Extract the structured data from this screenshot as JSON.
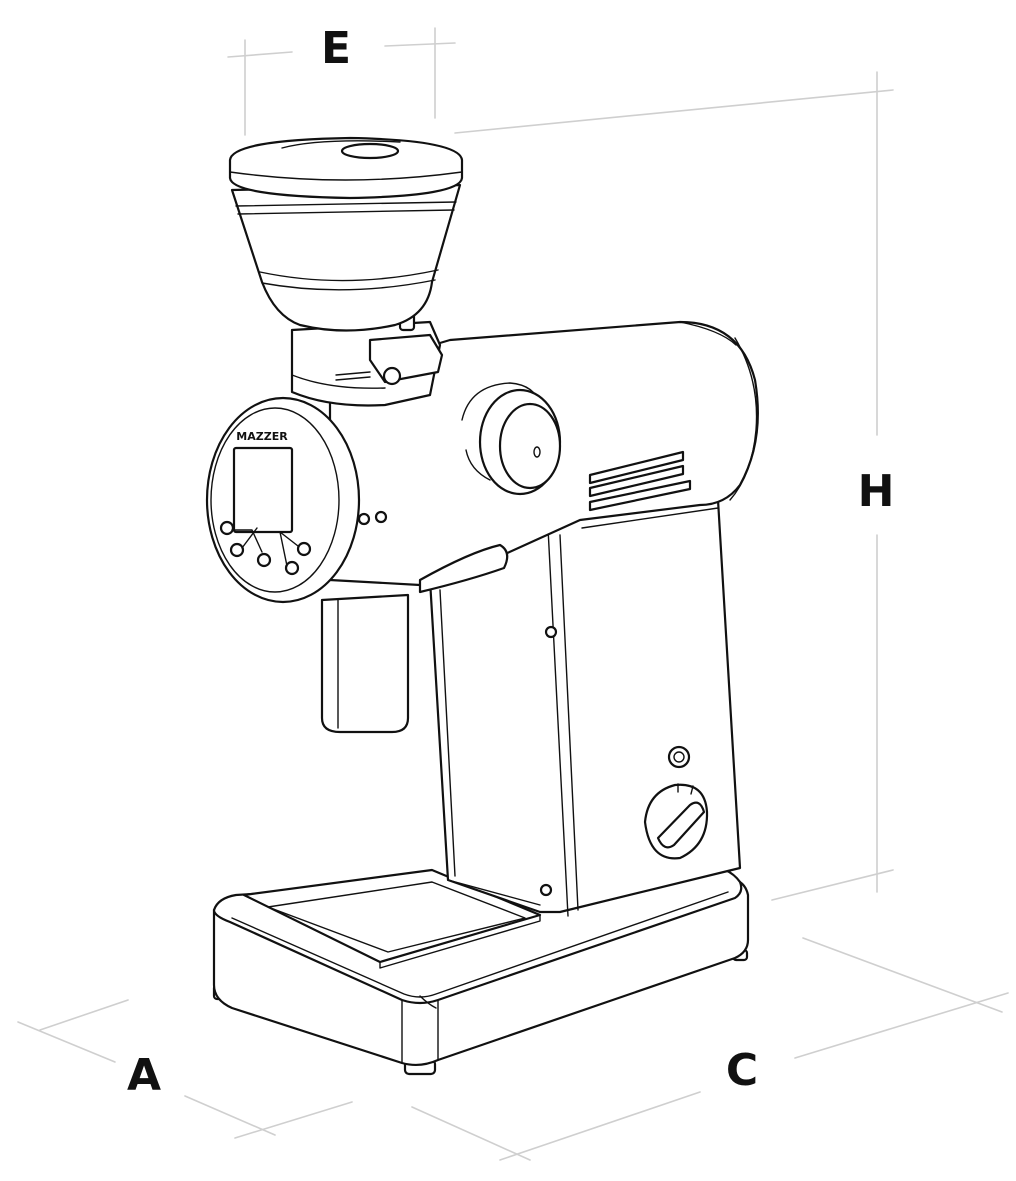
{
  "dimensions": {
    "width_label": "E",
    "height_label": "H",
    "depth_label": "A",
    "length_label": "C"
  },
  "brand": {
    "logo_text": "MAZZER"
  },
  "colors": {
    "line": "#111111",
    "guide": "#cfcfcf",
    "background": "#ffffff"
  }
}
